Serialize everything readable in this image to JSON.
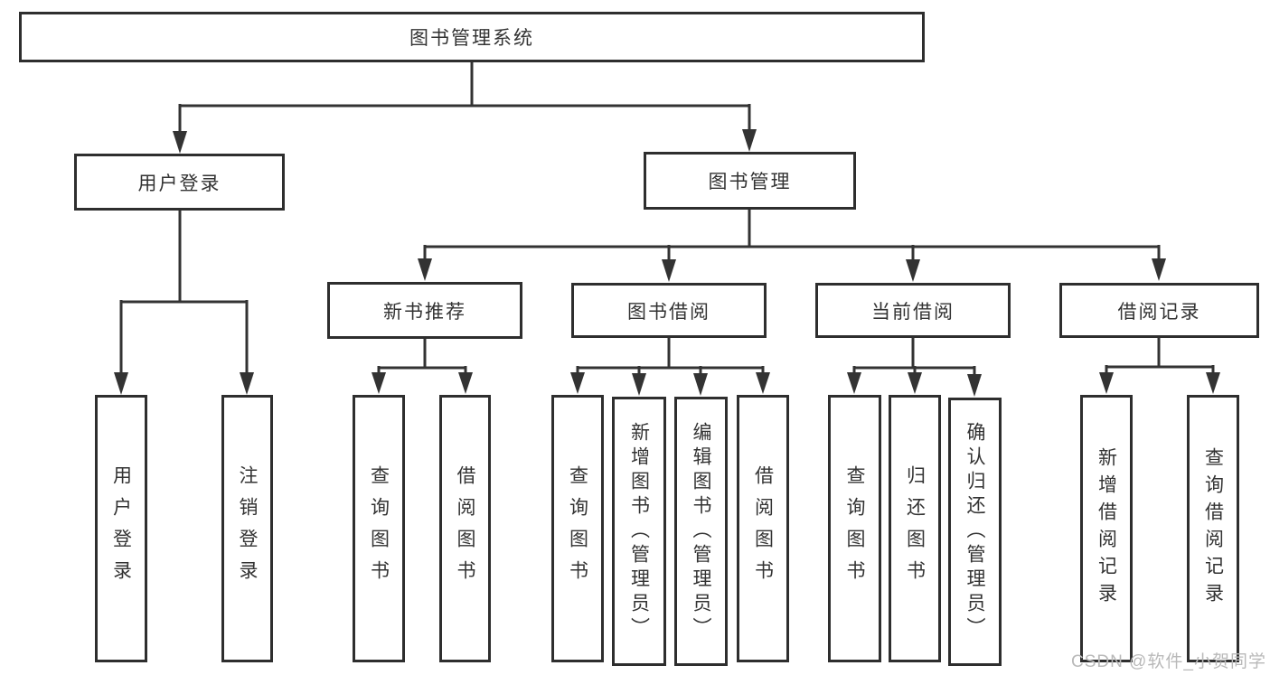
{
  "nodes": {
    "root": "图书管理系统",
    "user_login": "用户登录",
    "book_management": "图书管理",
    "new_book_recommendation": "新书推荐",
    "book_borrowing": "图书借阅",
    "current_borrowing": "当前借阅",
    "borrowing_records": "借阅记录",
    "leaf_user_login": "用户登录",
    "leaf_logout": "注销登录",
    "leaf_query_books_1": "查询图书",
    "leaf_borrow_books_1": "借阅图书",
    "leaf_query_books_2": "查询图书",
    "leaf_add_books_admin": "新增图书（管理员）",
    "leaf_edit_books_admin": "编辑图书（管理员）",
    "leaf_borrow_books_2": "借阅图书",
    "leaf_query_books_3": "查询图书",
    "leaf_return_books": "归还图书",
    "leaf_confirm_return_admin": "确认归还（管理员）",
    "leaf_add_borrow_record": "新增借阅记录",
    "leaf_query_borrow_record": "查询借阅记录"
  },
  "watermark": "CSDN @软件_小贺同学",
  "colors": {
    "line": "#333333",
    "box_border": "#2e2e2e",
    "text": "#333333",
    "watermark": "#b9b9b9",
    "background": "#ffffff"
  }
}
